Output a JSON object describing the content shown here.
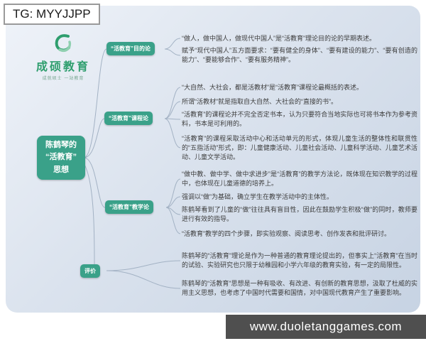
{
  "page": {
    "tg_label": "TG: MYYJJPP",
    "footer_url": "www.duoletanggames.com"
  },
  "logo": {
    "name": "成硕教育",
    "tagline": "成就硕士 一站教育"
  },
  "root": {
    "title": "陈鹤琴的\n“活教育”\n思想"
  },
  "branches": [
    {
      "label": "“活教育”目的论",
      "points": [
        "“做人，做中国人，做现代中国人”是“活教育”理论目的论的早期表述。",
        "赋予“现代中国人”五方面要求：“要有健全的身体”、“要有建设的能力”、“要有创造的能力”、“要能够合作”、“要有服务精神”。"
      ]
    },
    {
      "label": "“活教育”课程论",
      "points": [
        "“大自然、大社会，都是活教材”是“活教育”课程论最概括的表述。",
        "所谓“活教材”就是指取自大自然、大社会的“直接的书”。",
        "“活教育”的课程论并不完全否定书本，认为只要符合当地实际也可将书本作为参考资料，书本是可利用的。",
        "“活教育”的课程采取活动中心和活动单元的形式，体现儿童生活的整体性和联贯性的“五指活动”形式，即：儿童健康活动、儿童社会活动、儿童科学活动、儿童艺术活动、儿童文学活动。"
      ]
    },
    {
      "label": "“活教育”教学论",
      "points": [
        "“做中教、做中学、做中求进步”是“活教育”的教学方法论，既体现在知识教学的过程中，也体现在儿童道德的培养上。",
        "强调以“做”为基础，确立学生在教学活动中的主体性。",
        "陈鹤琴看到了儿童的“做”往往具有盲目性，因此在鼓励学生积极“做”的同时，教师要进行有效的指导。",
        "“活教育”教学的四个步骤，即实验观察、阅读思考、创作发表和批评研讨。"
      ]
    },
    {
      "label": "评价",
      "points": [
        "陈鹤琴的“活教育”理论是作为一种普通的教育理论提出的，但事实上“活教育”在当时的试验、实验研究也只限于幼稚园和小学六年级的教育实验，有一定的局限性。",
        "陈鹤琴的“活教育”思想是一种有吸收、有改进、有创新的教育思想，汲取了杜威的实用主义思想，也考虑了中国时代需要和国情，对中国现代教育产生了重要影响。"
      ]
    }
  ],
  "colors": {
    "node_green": "#3aa189",
    "logo_green": "#2f9e6e",
    "footer_gray": "#4f4f4f"
  }
}
